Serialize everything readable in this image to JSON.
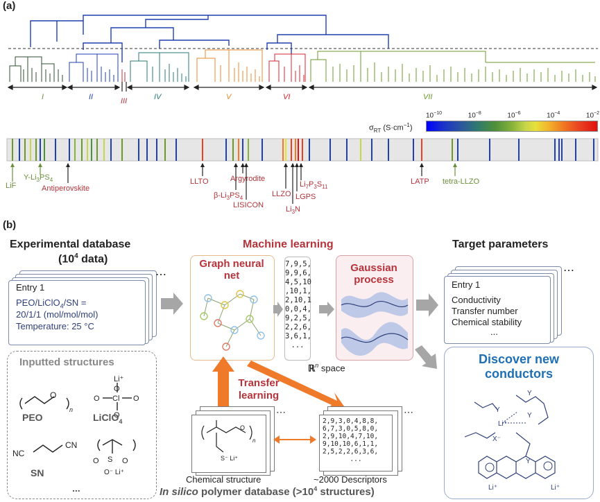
{
  "panel_a": {
    "label": "(a)",
    "clusters": [
      {
        "id": "I",
        "color": "#6b8f3a"
      },
      {
        "id": "II",
        "color": "#1f3fb4"
      },
      {
        "id": "III",
        "color": "#b5333a"
      },
      {
        "id": "IV",
        "color": "#2a7a7a"
      },
      {
        "id": "V",
        "color": "#e68a2e"
      },
      {
        "id": "VI",
        "color": "#d8242d"
      },
      {
        "id": "VII",
        "color": "#6b9a2a"
      }
    ],
    "colorbar": {
      "quantity": "σ",
      "quantity_sub": "RT",
      "unit": "(S·cm",
      "unit_sup": "−1",
      "unit_end": ")",
      "ticks": [
        {
          "base": "10",
          "exp": "−10"
        },
        {
          "base": "10",
          "exp": "−8"
        },
        {
          "base": "10",
          "exp": "−6"
        },
        {
          "base": "10",
          "exp": "−4"
        },
        {
          "base": "10",
          "exp": "−2"
        }
      ]
    },
    "materials": {
      "lif": "LiF",
      "ylips": "Y-Li",
      "ylips_sub1": "3",
      "ylips_mid": "PS",
      "ylips_sub2": "4",
      "antiperovskite": "Antiperovskite",
      "llto": "LLTO",
      "blips": "β-Li",
      "blips_sub1": "3",
      "blips_mid": "PS",
      "blips_sub2": "4",
      "argyrodite": "Argyrodite",
      "lisicon": "LISICON",
      "llzo": "LLZO",
      "li3n": "Li",
      "li3n_sub": "3",
      "li3n_end": "N",
      "lgps": "LGPS",
      "lips": "Li",
      "lips_sub1": "7",
      "lips_mid": "P",
      "lips_sub2": "3",
      "lips_mid2": "S",
      "lips_sub3": "11",
      "latp": "LATP",
      "tetra": "tetra-LLZO"
    }
  },
  "panel_b": {
    "label": "(b)",
    "exp_db_title": "Experimental database",
    "exp_db_count_pre": "(10",
    "exp_db_count_sup": "4",
    "exp_db_count_post": " data)",
    "entry_title": "Entry 1",
    "entry_line1_pre": "PEO/LiClO",
    "entry_line1_sub": "4",
    "entry_line1_post": "/SN =",
    "entry_line2": "20/1/1 (mol/mol/mol)",
    "entry_line3_pre": "Temperature: 25 ",
    "entry_line3_unit": "°C",
    "ellipsis": "⋯",
    "inputted_title": "Inputted structures",
    "peo": "PEO",
    "liclo4_pre": "LiClO",
    "liclo4_sub": "4",
    "sn": "SN",
    "dots": "...",
    "ml_title": "Machine learning",
    "gnn_title": "Graph neural net",
    "vector_lines": [
      "7,9,5,",
      "9,9,6,",
      "4,5,10",
      ",10,1,",
      "2,10,1",
      "0,0,4,",
      "9,2,5,",
      "2,2,6,",
      "3,6,1,",
      "..."
    ],
    "space_pre": "ℝ",
    "space_sup": "n",
    "space_post": " space",
    "gp_title": "Gaussian process",
    "transfer_label": "Transfer learning",
    "target_title": "Target parameters",
    "target_entry": "Entry 1",
    "target_items": [
      "Conductivity",
      "Transfer number",
      "Chemical stability",
      "..."
    ],
    "discover_title": "Discover new conductors",
    "chem_structure_label": "Chemical structure",
    "descriptors_label": "~2000 Descriptors",
    "descriptor_lines": [
      "2,9,3,0,4,8,8,",
      "6,7,3,0,5,8,0,",
      "2,9,10,4,7,10,",
      "9,10,10,6,1,1,",
      "2,5,2,2,6,3,6,",
      "..."
    ],
    "insilico_pre": "In silico",
    "insilico_mid": " polymer database (>10",
    "insilico_sup": "4",
    "insilico_post": " structures)"
  }
}
